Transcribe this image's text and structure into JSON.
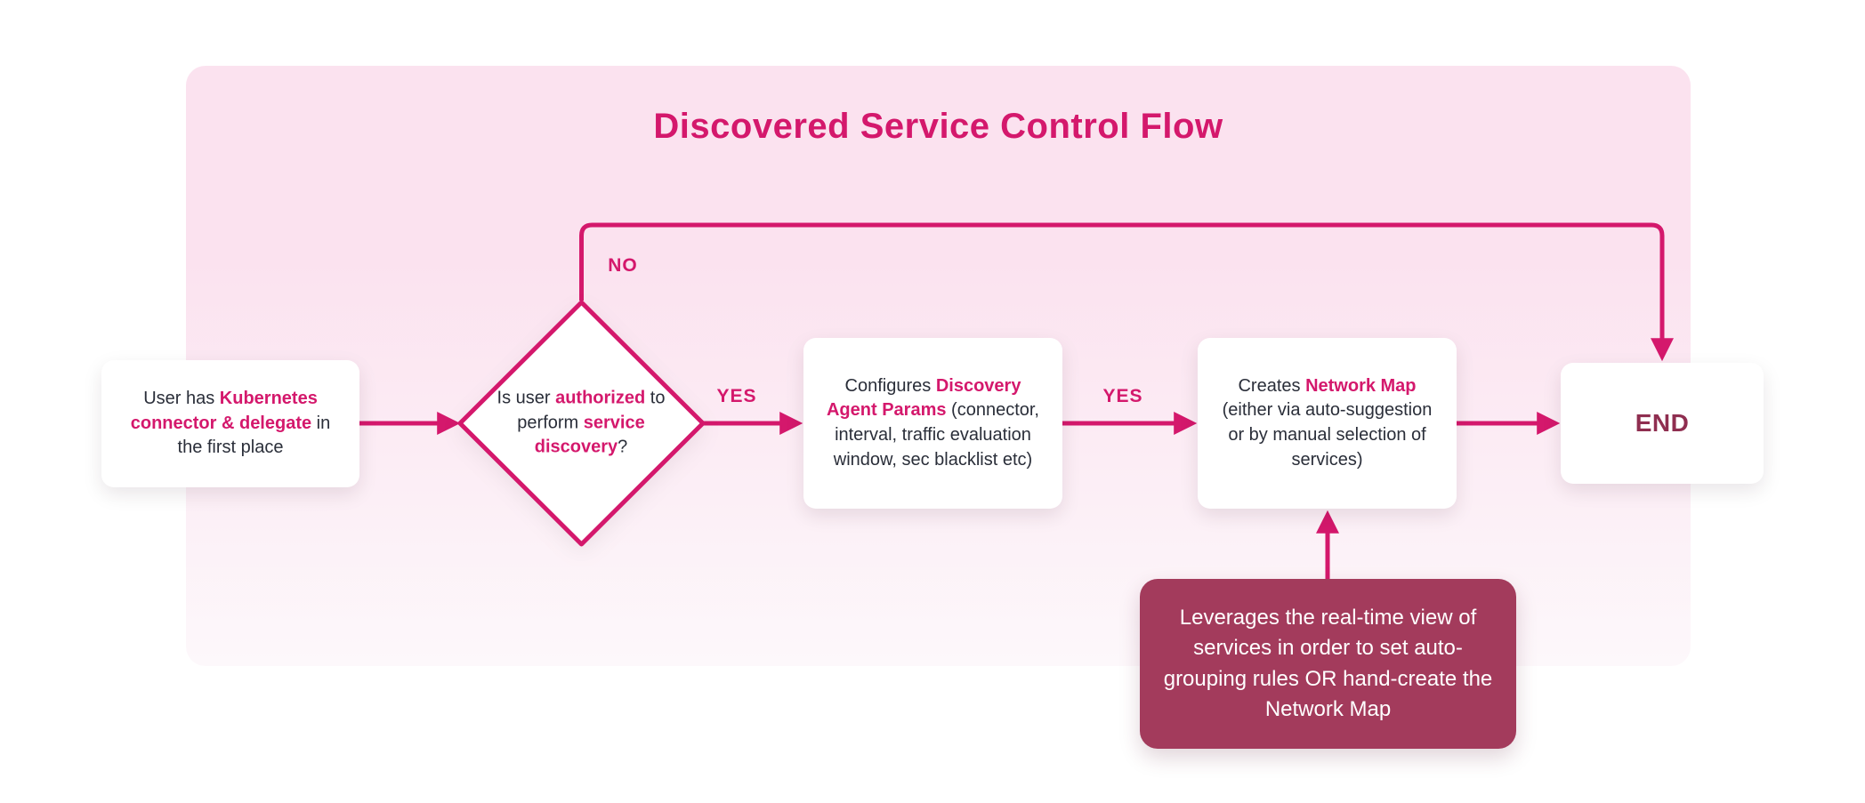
{
  "title": "Discovered Service Control Flow",
  "colors": {
    "accent": "#d4186c",
    "bg-top": "#fbe2ef",
    "bg-bottom": "#fdf8fb",
    "maroon": "#a33b5c",
    "end-text": "#8f2e50",
    "text-dark": "#2a2e39"
  },
  "labels": {
    "no": "NO",
    "yes1": "YES",
    "yes2": "YES"
  },
  "nodes": {
    "start": {
      "t1": "User has ",
      "t2": "Kubernetes connector & delegate",
      "t3": " in the first place"
    },
    "decision": {
      "t1": "Is user ",
      "t2": "authorized",
      "t3": " to perform ",
      "t4": "service discovery",
      "t5": "?"
    },
    "configure": {
      "t1": "Configures ",
      "t2": "Discovery Agent Params",
      "t3": " (connector, interval, traffic evaluation window, sec blacklist etc)"
    },
    "network_map": {
      "t1": "Creates ",
      "t2": "Network Map",
      "t3": " (either via auto-suggestion or by manual selection of services)"
    },
    "end": {
      "label": "END"
    },
    "note": {
      "text": "Leverages the real-time view of services in order to set auto-grouping rules OR hand-create the Network Map"
    }
  }
}
